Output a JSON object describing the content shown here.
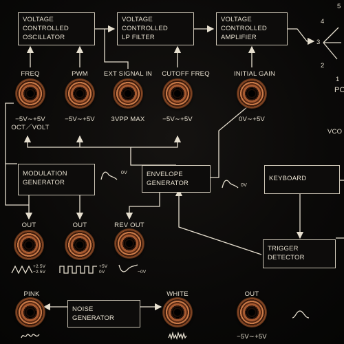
{
  "modules": {
    "vco": [
      "VOLTAGE",
      "CONTROLLED",
      "OSCILLATOR"
    ],
    "vcf": [
      "VOLTAGE",
      "CONTROLLED",
      "LP FILTER"
    ],
    "vca": [
      "VOLTAGE",
      "CONTROLLED",
      "AMPLIFIER"
    ],
    "modgen": [
      "MODULATION",
      "GENERATOR"
    ],
    "envgen": [
      "ENVELOPE",
      "GENERATOR"
    ],
    "keyboard": [
      "KEYBOARD"
    ],
    "trigger": [
      "TRIGGER",
      "DETECTOR"
    ],
    "noise": [
      "NOISE",
      "GENERATOR"
    ]
  },
  "jacks": {
    "freq": {
      "label": "FREQ",
      "range": "−5V∼+5V",
      "extra": "OCT／VOLT"
    },
    "pwm": {
      "label": "PWM",
      "range": "−5V∼+5V"
    },
    "ext": {
      "label": "EXT SIGNAL IN",
      "range": "3VPP MAX"
    },
    "cutoff": {
      "label": "CUTOFF FREQ",
      "range": "−5V∼+5V"
    },
    "gain": {
      "label": "INITIAL GAIN",
      "range": "0V∼+5V"
    },
    "mod_out1": {
      "label": "OUT",
      "note1": "+2.5V",
      "note2": "−2.5V"
    },
    "mod_out2": {
      "label": "OUT",
      "note1": "+5V",
      "note2": "0V"
    },
    "rev_out": {
      "label": "REV OUT",
      "note1": "−0V"
    },
    "pink": {
      "label": "PINK"
    },
    "white": {
      "label": "WHITE"
    },
    "kb_out": {
      "label": "OUT",
      "range": "−5V∼+5V"
    }
  },
  "env_notes": {
    "left": "0V",
    "right": "0V"
  },
  "selector": {
    "numbers": [
      "5",
      "4",
      "3",
      "2",
      "1"
    ],
    "partial": "PO"
  },
  "vco_text": "VCO"
}
